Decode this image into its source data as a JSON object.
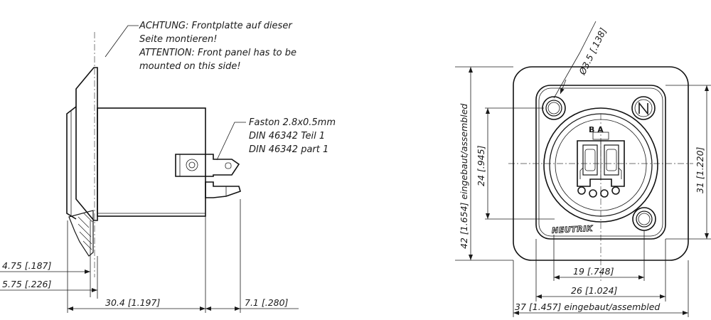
{
  "notes": {
    "warning_line1": "ACHTUNG: Frontplatte auf dieser",
    "warning_line2": "Seite montieren!",
    "warning_line3": "ATTENTION: Front panel has to be",
    "warning_line4": "mounted on this side!",
    "faston_line1": "Faston 2.8x0.5mm",
    "faston_line2": "DIN 46342 Teil 1",
    "faston_line3": "DIN 46342 part 1",
    "pin_labels": "B A",
    "brand": "NEUTRIK",
    "logo_mark": "N"
  },
  "side_view_dims": {
    "d_panel_min": "4.75 [.187]",
    "d_panel_max": "5.75 [.226]",
    "d_body_length": "30.4 [1.197]",
    "d_terminal_length": "7.1 [.280]"
  },
  "front_view_dims": {
    "d_hole_diameter": "Ø3.5 [.138]",
    "d_height_assembled": "42 [1.654] eingebaut/assembled",
    "d_hole_spacing_v": "24 [.945]",
    "d_height": "31 [1.220]",
    "d_hole_spacing_h": "19 [.748]",
    "d_width": "26 [1.024]",
    "d_width_assembled": "37 [1.457] eingebaut/assembled"
  },
  "colors": {
    "line": "#1a1a1a",
    "background": "#ffffff"
  }
}
